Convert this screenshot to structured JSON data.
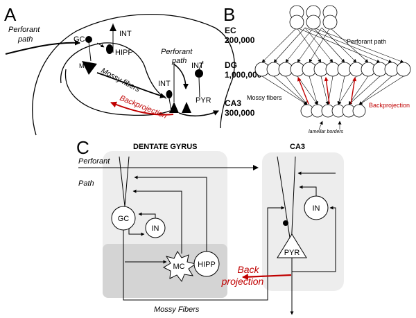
{
  "panel_a": {
    "letter": "A",
    "perforant_path_1": [
      "Perforant",
      "path"
    ],
    "perforant_path_2": [
      "Perforant",
      "path"
    ],
    "gc": "GC",
    "int_top": "INT",
    "hipp": "HIPP",
    "mc": "MC",
    "mossy_fibers": "Mossy fibers",
    "int_mid": "INT",
    "int_right": "INT",
    "pyr": "PYR",
    "backprojection": "Backprojection"
  },
  "panel_b": {
    "letter": "B",
    "ec_label": "EC",
    "ec_count": "200,000",
    "dg_label": "DG",
    "dg_count": "1,000,000",
    "ca3_label": "CA3",
    "ca3_count": "300,000",
    "perforant_path": "Perforant path",
    "mossy_fibers": "Mossy fibers",
    "backprojection": "Backprojection",
    "lamellar_borders": "lamellar borders"
  },
  "panel_c": {
    "letter": "C",
    "dentate_gyrus": "DENTATE GYRUS",
    "ca3": "CA3",
    "perforant": "Perforant",
    "path": "Path",
    "gc": "GC",
    "in_dg": "IN",
    "mc": "MC",
    "hipp": "HIPP",
    "in_ca3": "IN",
    "pyr": "PYR",
    "back": "Back",
    "projection": "projection",
    "mossy_fibers": "Mossy Fibers"
  }
}
